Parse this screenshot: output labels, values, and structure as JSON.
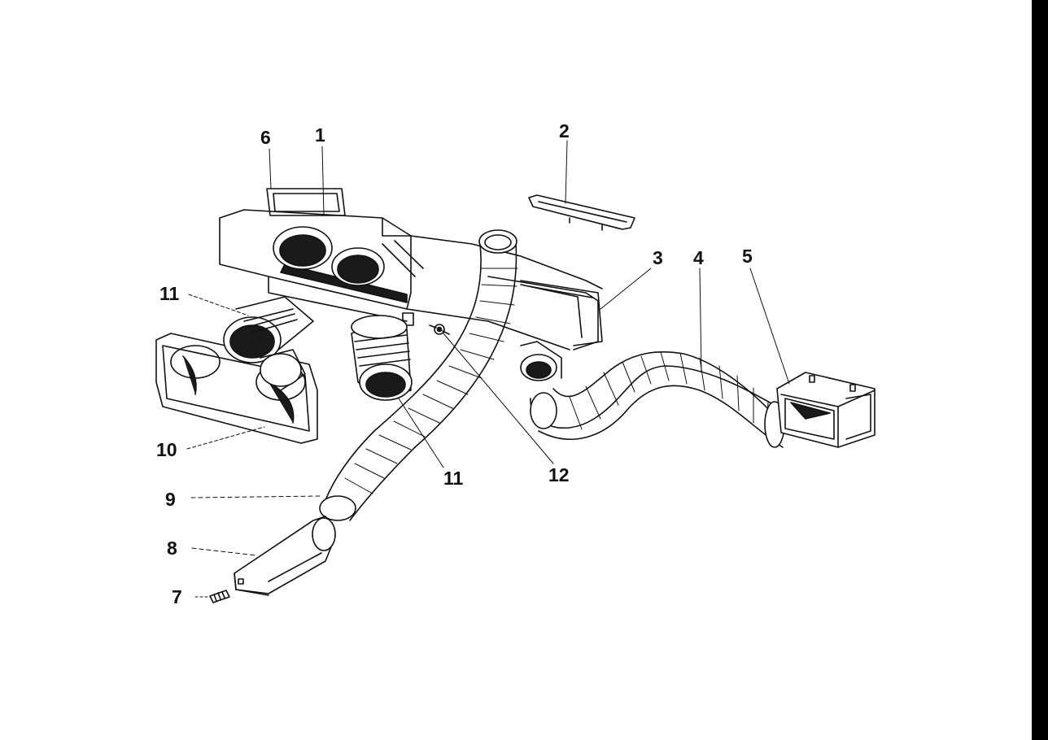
{
  "callouts": {
    "c1": "1",
    "c2": "2",
    "c3": "3",
    "c4": "4",
    "c5": "5",
    "c6": "6",
    "c7": "7",
    "c8": "8",
    "c9": "9",
    "c10": "10",
    "c11a": "11",
    "c11b": "11",
    "c12": "12"
  },
  "colors": {
    "ink": "#111111",
    "paper": "#ffffff",
    "shade": "#1a1a1a",
    "edge_bar": "#000000"
  }
}
